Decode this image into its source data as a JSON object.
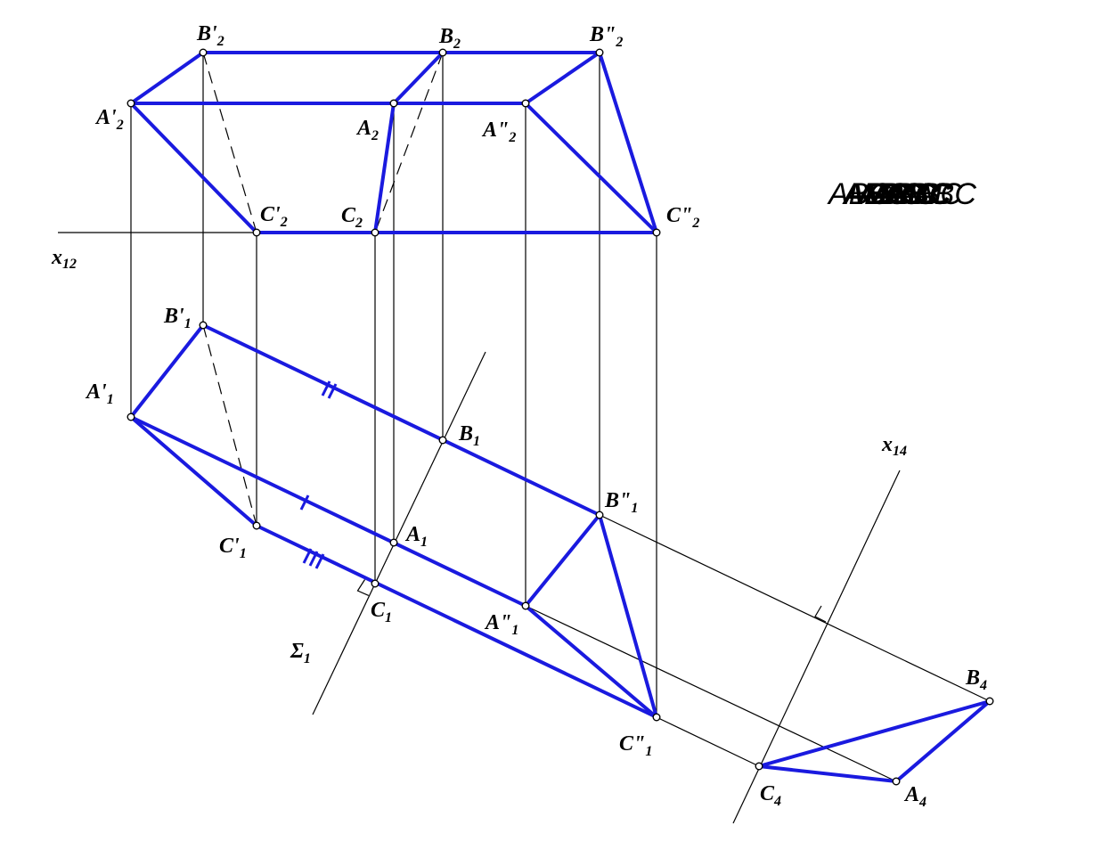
{
  "labels": {
    "B2p": {
      "base": "B'",
      "sub": "2"
    },
    "B2": {
      "base": "B",
      "sub": "2"
    },
    "B2pp": {
      "base": "B\"",
      "sub": "2"
    },
    "A2p": {
      "base": "A'",
      "sub": "2"
    },
    "A2": {
      "base": "A",
      "sub": "2"
    },
    "A2pp": {
      "base": "A\"",
      "sub": "2"
    },
    "C2p": {
      "base": "C'",
      "sub": "2"
    },
    "C2": {
      "base": "C",
      "sub": "2"
    },
    "C2pp": {
      "base": "C\"",
      "sub": "2"
    },
    "x12": {
      "base": "x",
      "sub": "12"
    },
    "B1p": {
      "base": "B'",
      "sub": "1"
    },
    "A1p": {
      "base": "A'",
      "sub": "1"
    },
    "B1": {
      "base": "B",
      "sub": "1"
    },
    "A1": {
      "base": "A",
      "sub": "1"
    },
    "C1p": {
      "base": "C'",
      "sub": "1"
    },
    "C1": {
      "base": "C",
      "sub": "1"
    },
    "B1pp": {
      "base": "B\"",
      "sub": "1"
    },
    "A1pp": {
      "base": "A\"",
      "sub": "1"
    },
    "C1pp": {
      "base": "C\"",
      "sub": "1"
    },
    "Sigma1": {
      "base": "Σ",
      "sub": "1"
    },
    "x14": {
      "base": "x",
      "sub": "14"
    },
    "B4": {
      "base": "B",
      "sub": "4"
    },
    "C4": {
      "base": "C",
      "sub": "4"
    },
    "A4": {
      "base": "A",
      "sub": "4"
    }
  },
  "overlay_text": "ABC",
  "colors": {
    "edge": "#1a1adf",
    "line": "#000000"
  }
}
